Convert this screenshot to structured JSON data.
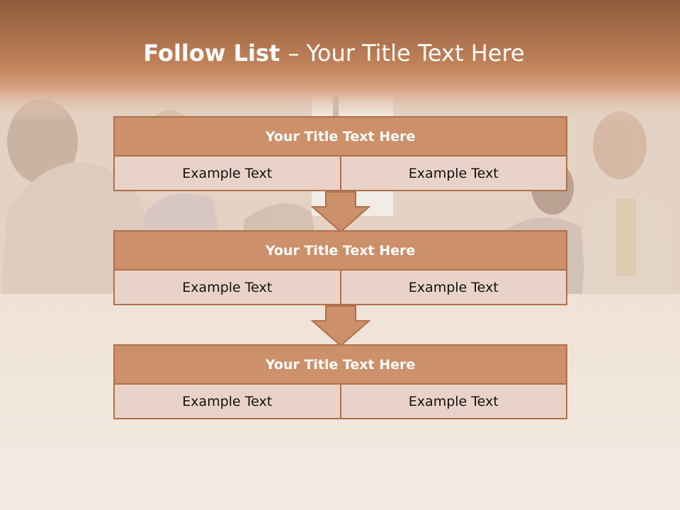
{
  "slide": {
    "title_bold": "Follow List ",
    "title_rest": " – Your Title Text Here"
  },
  "blocks": [
    {
      "header": "Your Title Text Here",
      "left": "Example Text",
      "right": "Example Text"
    },
    {
      "header": "Your Title Text Here",
      "left": "Example Text",
      "right": "Example Text"
    },
    {
      "header": "Your Title Text Here",
      "left": "Example Text",
      "right": "Example Text"
    }
  ],
  "colors": {
    "header_fill": "#cc906a",
    "border": "#b07049",
    "cell_fill": "#e9d3c8",
    "title_band": "#b9784f"
  },
  "background": {
    "image": "photo-of-business-meeting"
  },
  "arrows": {
    "icon": "down-arrow-icon",
    "count": 2
  }
}
